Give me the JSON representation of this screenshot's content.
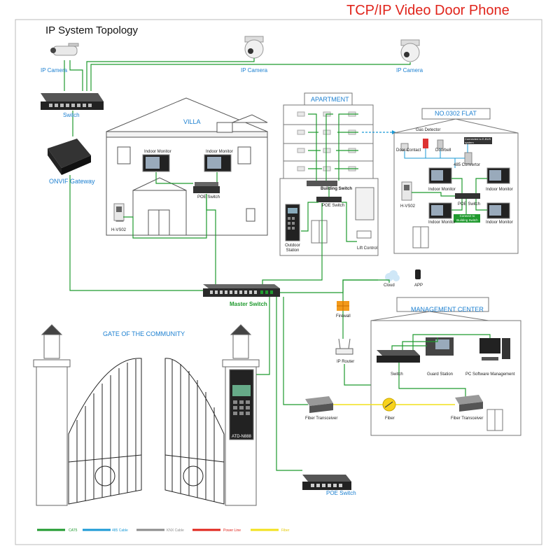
{
  "title": "TCP/IP Video Door Phone",
  "subtitle": "IP System Topology",
  "labels": {
    "ip_camera_1": "IP Camera",
    "ip_camera_2": "IP Camera",
    "ip_camera_3": "IP Camera",
    "switch": "Switch",
    "onvif_gateway": "ONVIF Gateway",
    "villa": "VILLA",
    "villa_monitor_1": "Indoor Monitor",
    "villa_monitor_2": "Indoor Monitor",
    "villa_poe": "POE Switch",
    "villa_hvs02": "H-VS02",
    "apartment": "APARTMENT",
    "building_switch": "Building Switch",
    "apt_poe": "POE Switch",
    "outdoor_station": "Outdoor Station",
    "lift_control": "Lift Control",
    "flat": "NO.0302 FLAT",
    "gas_detector": "Gas Detector",
    "door_contact": "Door Contact",
    "doorbell": "Doorbell",
    "connect_bus": "Connected to E-BUS system",
    "convertor": "485 Convertor",
    "flat_monitor_1": "Indoor Monitor",
    "flat_monitor_2": "Indoor Monitor",
    "flat_monitor_3": "Indoor Monitor",
    "flat_monitor_4": "Indoor Monitor",
    "flat_hvs02": "H-VS02",
    "flat_poe": "POE Switch",
    "connect_building": "Connect to Building Switch",
    "master_switch": "Master Switch",
    "cloud": "Cloud",
    "app": "APP",
    "firewall": "Firewall",
    "ip_router": "IP Router",
    "management_center": "MANAGEMENT CENTER",
    "mc_switch": "Switch",
    "guard_station": "Guard Station",
    "pc_software": "PC Software Management",
    "fiber_transceiver_1": "Fiber Transceiver",
    "fiber": "Fiber",
    "fiber_transceiver_2": "Fiber Transceiver",
    "gate": "GATE OF THE COMMUNITY",
    "gate_model": "ATD-N888",
    "poe_switch_bottom": "POE Switch"
  },
  "legend": [
    {
      "label": "CAT5",
      "color": "#1f9a2e"
    },
    {
      "label": "485 Cable",
      "color": "#1b9ad6"
    },
    {
      "label": "KNX Cable",
      "color": "#8c8c8c"
    },
    {
      "label": "Power Line",
      "color": "#e0241b"
    },
    {
      "label": "Fiber",
      "color": "#f2e11b"
    }
  ],
  "colors": {
    "cat5": "#1f9a2e",
    "rs485": "#1b9ad6",
    "title": "#e0241b",
    "label": "#1b7fd0"
  }
}
